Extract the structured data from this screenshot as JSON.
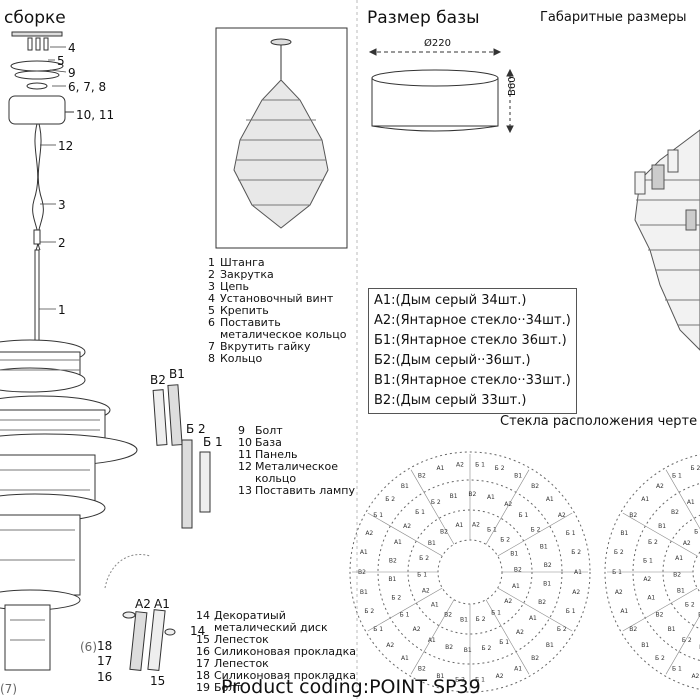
{
  "header": {
    "assembly_title": "сборке",
    "base_size_title": "Размер базы",
    "overall_title": "Габаритные размеры"
  },
  "base": {
    "diameter": "Ø220",
    "height": "B60"
  },
  "callouts": {
    "c4": "4",
    "c5": "5",
    "c9": "9",
    "c678": "6, 7, 8",
    "c1011": "10, 11",
    "c12": "12",
    "c3": "3",
    "c2": "2",
    "c1": "1",
    "c6": "(6)",
    "c7": "(7)",
    "cB2": "B2",
    "cB1": "B1",
    "cBb2": "Б 2",
    "cBb1": "Б 1",
    "cA2": "A2",
    "cA1": "A1",
    "c19": "19",
    "c14": "14",
    "c18": "18",
    "c17": "17",
    "c16": "16",
    "c15": "15"
  },
  "parts_top": [
    {
      "num": "1",
      "text": "Штанга"
    },
    {
      "num": "2",
      "text": "Закрутка"
    },
    {
      "num": "3",
      "text": "Цепь"
    },
    {
      "num": "4",
      "text": "Установочный винт"
    },
    {
      "num": "5",
      "text": "Крепить"
    },
    {
      "num": "6",
      "text": "Поставить"
    },
    {
      "num": "",
      "text": "металическое кольцо"
    },
    {
      "num": "7",
      "text": "Вкрутить гайку"
    },
    {
      "num": "8",
      "text": "Кольцо"
    }
  ],
  "parts_middle": [
    {
      "num": "9",
      "text": "Болт"
    },
    {
      "num": "10",
      "text": "База"
    },
    {
      "num": "11",
      "text": "Панель"
    },
    {
      "num": "12",
      "text": "Металическое"
    },
    {
      "num": "",
      "text": "кольцо"
    },
    {
      "num": "13",
      "text": "Поставить лампу"
    }
  ],
  "parts_bottom": [
    {
      "num": "14",
      "text": "Декоратиый"
    },
    {
      "num": "",
      "text": "металический диск"
    },
    {
      "num": "15",
      "text": "Лепесток"
    },
    {
      "num": "16",
      "text": "Силиконовая прокладка"
    },
    {
      "num": "17",
      "text": "Лепесток"
    },
    {
      "num": "18",
      "text": "Силиконовая прокладка"
    },
    {
      "num": "19",
      "text": "Болт"
    }
  ],
  "glass_list": [
    "A1:(Дым серый 34шт.)",
    "A2:(Янтарное стекло··34шт.)",
    "Б1:(Янтарное стекло 36шт.)",
    "Б2:(Дым серый··36шт.)",
    "B1:(Янтарное стекло··33шт.)",
    "B2:(Дым серый 33шт.)"
  ],
  "layout_title": "Стекла расположения черте",
  "ring_labels": [
    "A1",
    "A2",
    "Б 1",
    "Б 2",
    "B1",
    "B2"
  ],
  "footer": "Product coding:POINT SP39"
}
